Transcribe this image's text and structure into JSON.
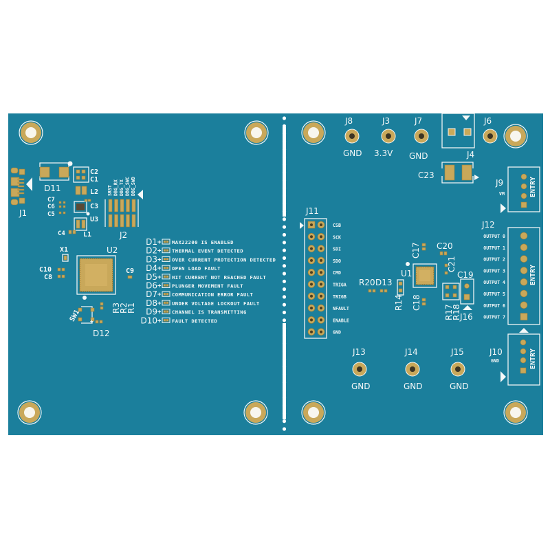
{
  "colors": {
    "board": "#1b7f9c",
    "gold": "#c9a85a",
    "silkscreen": "#f4f8f8",
    "background": "#ffffff"
  },
  "left": {
    "J1": "J1",
    "D11": "D11",
    "C2": "C2",
    "C1": "C1",
    "L2": "L2",
    "C7": "C7",
    "C6": "C6",
    "C5": "C5",
    "C3": "C3",
    "U3": "U3",
    "C4": "C4",
    "L1": "L1",
    "J2": "J2",
    "debug_pins": [
      "SRST",
      "DBG_RX",
      "DBG_TX",
      "DBG_SWC",
      "DBG_SWD"
    ],
    "X1": "X1",
    "U2": "U2",
    "C10": "C10",
    "C8": "C8",
    "C9": "C9",
    "SW1": "SW1",
    "R3": "R3",
    "R2": "R2",
    "R1": "R1",
    "D12": "D12",
    "leds": [
      {
        "ref": "D1",
        "text": "MAX22200 IS ENABLED"
      },
      {
        "ref": "D2",
        "text": "THERMAL EVENT DETECTED"
      },
      {
        "ref": "D3",
        "text": "OVER CURRENT PROTECTION DETECTED"
      },
      {
        "ref": "D4",
        "text": "OPEN LOAD FAULT"
      },
      {
        "ref": "D5",
        "text": "HIT CURRENT NOT REACHED FAULT"
      },
      {
        "ref": "D6",
        "text": "PLUNGER MOVEMENT FAULT"
      },
      {
        "ref": "D7",
        "text": "COMMUNICATION ERROR FAULT"
      },
      {
        "ref": "D8",
        "text": "UNDER VOLTAGE LOCKOUT FAULT"
      },
      {
        "ref": "D9",
        "text": "CHANNEL IS TRANSMITTING"
      },
      {
        "ref": "D10",
        "text": "FAULT DETECTED"
      }
    ]
  },
  "right": {
    "J8": "J8",
    "J8_net": "GND",
    "J3": "J3",
    "J3_net": "3.3V",
    "J7": "J7",
    "J7_net": "GND",
    "J6": "J6",
    "J4": "J4",
    "C23": "C23",
    "J9": "J9",
    "J9_net": "VM",
    "entry": "ENTRY",
    "J11": "J11",
    "J11_pins": [
      "CSB",
      "SCK",
      "SDI",
      "SDO",
      "CMD",
      "TRIGA",
      "TRIGB",
      "NFAULT",
      "ENABLE",
      "GND"
    ],
    "J12": "J12",
    "J12_pins": [
      "OUTPUT 0",
      "OUTPUT 1",
      "OUTPUT 2",
      "OUTPUT 3",
      "OUTPUT 4",
      "OUTPUT 5",
      "OUTPUT 6",
      "OUTPUT 7"
    ],
    "U1": "U1",
    "C17": "C17",
    "C20": "C20",
    "C21": "C21",
    "C19": "C19",
    "R20": "R20",
    "D13": "D13",
    "R14": "R14",
    "C18": "C18",
    "R17": "R17",
    "R18": "R18",
    "J16": "J16",
    "J13": "J13",
    "J13_net": "GND",
    "J14": "J14",
    "J14_net": "GND",
    "J15": "J15",
    "J15_net": "GND",
    "J10": "J10",
    "J10_net": "GND"
  }
}
